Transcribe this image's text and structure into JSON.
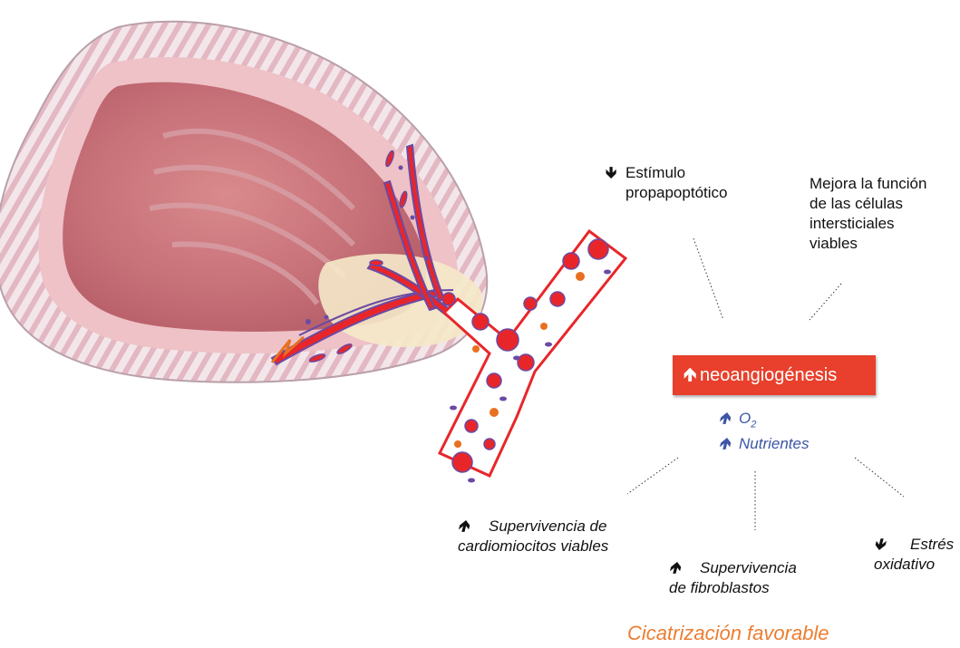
{
  "diagram": {
    "center_box": {
      "arrow": "up",
      "text": "neoangiogénesis"
    },
    "center_effects": [
      {
        "arrow": "up",
        "text": "O",
        "sub": "2"
      },
      {
        "arrow": "up",
        "text": "Nutrientes"
      }
    ],
    "top_left": {
      "arrow": "down",
      "line1": "Estímulo",
      "line2": "propapoptótico"
    },
    "top_right": {
      "lines": [
        "Mejora la función",
        "de las células",
        "intersticiales",
        "viables"
      ]
    },
    "bottom_left": {
      "arrow": "up",
      "line1": "Supervivencia de",
      "line2": "cardiomiocitos viables"
    },
    "bottom_center": {
      "arrow": "up",
      "line1": "Supervivencia",
      "line2": "de fibroblastos"
    },
    "bottom_right": {
      "arrow": "down",
      "line1": "Estrés",
      "line2": "oxidativo"
    },
    "footer": "Cicatrización favorable",
    "colors": {
      "box": "#e8402c",
      "effects_text": "#3c55a6",
      "footer": "#ec7d32",
      "vessel": "#e8262a",
      "nuclei": "#6a4aa5"
    },
    "icons": {
      "up": "up-arrow-icon",
      "down": "down-arrow-icon"
    }
  }
}
